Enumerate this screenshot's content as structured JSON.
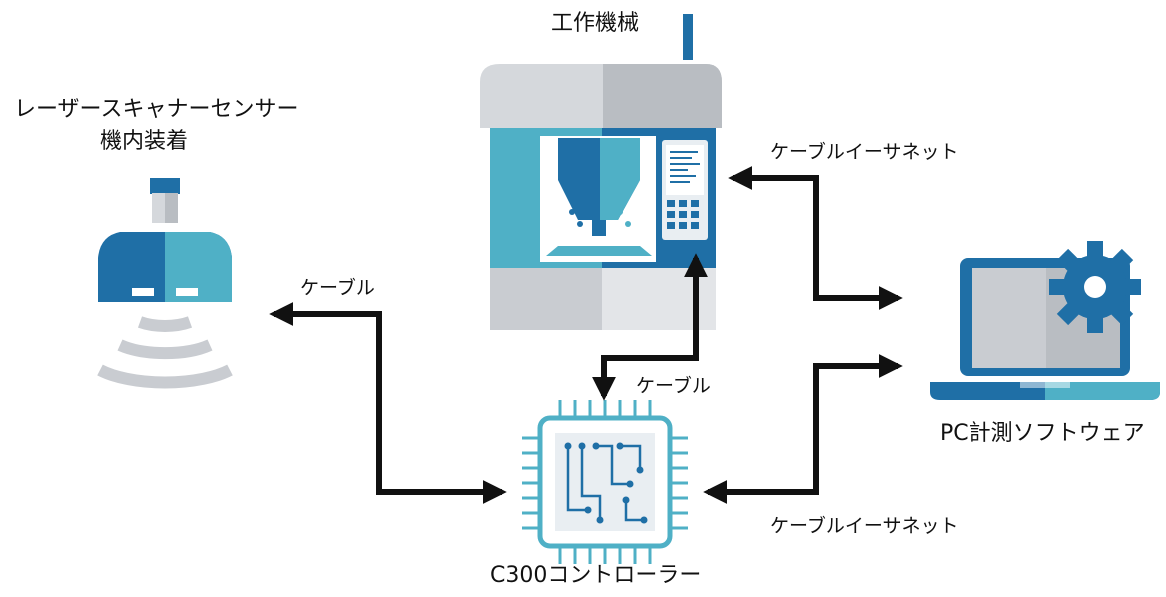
{
  "labels": {
    "machine_tool": "工作機械",
    "sensor_line1": "レーザースキャナーセンサー",
    "sensor_line2": "機内装着",
    "cable_left": "ケーブル",
    "cable_middle": "ケーブル",
    "ethernet_top": "ケーブルイーサネット",
    "ethernet_bottom": "ケーブルイーサネット",
    "pc_software": "PC計測ソフトウェア",
    "controller": "C300コントローラー"
  },
  "colors": {
    "dark_blue": "#1f6fa6",
    "light_teal": "#4fb0c6",
    "grey": "#c9ccd1",
    "light_grey": "#e3e5e8",
    "arrow": "#111111"
  }
}
